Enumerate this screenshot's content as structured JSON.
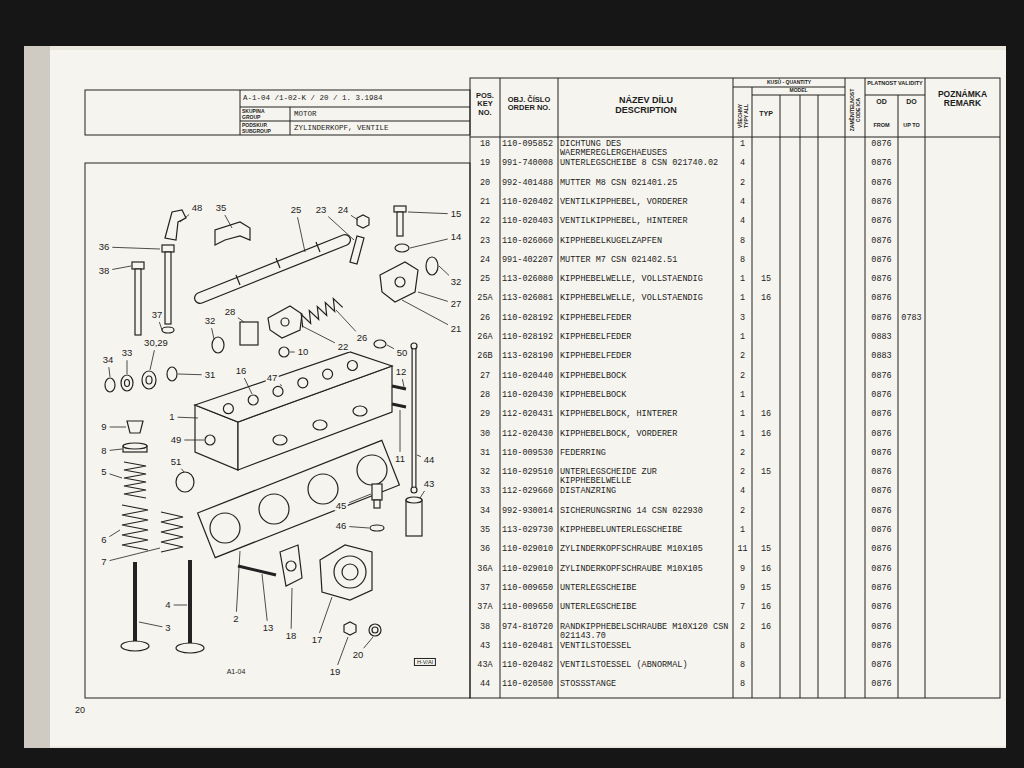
{
  "diagram": {
    "labels": [
      "A-1-04 /1-02-K / 20 / 1. 3.1984",
      "SKUPINA GROUP",
      "MOTOR",
      "PODSKUP. SUBGROUP",
      "ZYLINDERKOPF, VENTILE",
      "POS. KEY NO.",
      "OBJ. ČÍSLO ORDER NO.",
      "NÁZEV DÍLU DESCRIPTION",
      "KUSŮ - QUANTITY",
      "MODEL",
      "VŠECHNY TYPY ALL",
      "TYP",
      "ZAMĚNITELNOST CODE ICA",
      "PLATNOST VALIDITY",
      "OD",
      "DO",
      "FROM",
      "UP TO",
      "POZNÁMKA REMARK",
      "18",
      "110-095852",
      "DICHTUNG DES WAERMEREGLERGEHAEUSES",
      "1",
      "0876",
      "19",
      "991-740008",
      "UNTERLEGSCHEIBE 8 CSN 021740.02",
      "4",
      "0876",
      "20",
      "992-401488",
      "MUTTER M8 CSN 021401.25",
      "2",
      "0876",
      "21",
      "110-020402",
      "VENTILKIPPHEBEL, VORDERER",
      "4",
      "0876",
      "22",
      "110-020403",
      "VENTILKIPPHEBEL, HINTERER",
      "4",
      "0876",
      "23",
      "110-026060",
      "KIPPHEBELKUGELZAPFEN",
      "8",
      "0876",
      "24",
      "991-402207",
      "MUTTER M7 CSN 021402.51",
      "8",
      "0876",
      "25",
      "113-026080",
      "KIPPHEBELWELLE, VOLLSTAENDIG",
      "1",
      "15",
      "0876",
      "25A",
      "113-026081",
      "KIPPHEBELWELLE, VOLLSTAENDIG",
      "1",
      "16",
      "0876",
      "26",
      "110-028192",
      "KIPPHEBELFEDER",
      "3",
      "0876",
      "0783",
      "26A",
      "110-028192",
      "KIPPHEBELFEDER",
      "1",
      "0883",
      "26B",
      "113-028190",
      "KIPPHEBELFEDER",
      "2",
      "0883",
      "27",
      "110-020440",
      "KIPPHEBELBOCK",
      "2",
      "0876",
      "28",
      "110-020430",
      "KIPPHEBELBOCK",
      "1",
      "0876",
      "29",
      "112-020431",
      "KIPPHEBELBOCK, HINTERER",
      "1",
      "16",
      "0876",
      "30",
      "112-020430",
      "KIPPHEBELBOCK, VORDERER",
      "1",
      "16",
      "0876",
      "31",
      "110-009530",
      "FEDERRING",
      "2",
      "0876",
      "32",
      "110-029510",
      "UNTERLEGSCHEIDE ZUR KIPPHEBELWELLE",
      "2",
      "15",
      "0876",
      "33",
      "112-029660",
      "DISTANZRING",
      "4",
      "0876",
      "34",
      "992-930014",
      "SICHERUNGSRING 14 CSN 022930",
      "2",
      "0876",
      "35",
      "113-029730",
      "KIPPHEBELUNTERLEGSCHEIBE",
      "1",
      "0876",
      "36",
      "110-029010",
      "ZYLINDERKOPFSCHRAUBE M10X105",
      "11",
      "15",
      "0876",
      "36A",
      "110-029010",
      "ZYLINDERKOPFSCHRAUBE M10X105",
      "9",
      "16",
      "0876",
      "37",
      "110-009650",
      "UNTERLEGSCHEIBE",
      "9",
      "15",
      "0876",
      "37A",
      "110-009650",
      "UNTERLEGSCHEIBE",
      "7",
      "16",
      "0876",
      "38",
      "974-810720",
      "RANDKIPPHEBELSCHRAUBE M10X120 CSN 021143.70",
      "2",
      "16",
      "0876",
      "43",
      "110-020481",
      "VENTILSTOESSEL",
      "8",
      "0876",
      "43A",
      "110-020482",
      "VENTILSTOESSEL (ABNORMAL)",
      "8",
      "0876",
      "44",
      "110-020500",
      "STOSSSTANGE",
      "8",
      "0876",
      "48",
      "35",
      "25",
      "23",
      "24",
      "15",
      "14",
      "36",
      "38",
      "32",
      "27",
      "37",
      "32",
      "28",
      "21",
      "22",
      "26",
      "30,29",
      "33",
      "34",
      "31",
      "10",
      "50",
      "16",
      "47",
      "12",
      "1",
      "9",
      "49",
      "8",
      "51",
      "5",
      "11",
      "44",
      "43",
      "45",
      "46",
      "6",
      "7",
      "4",
      "3",
      "2",
      "13",
      "18",
      "17",
      "19",
      "20",
      "A1-04",
      "H-V/AI",
      "20"
    ]
  }
}
